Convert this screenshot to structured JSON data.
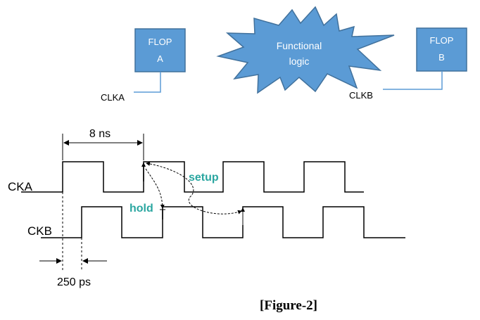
{
  "flop_a": {
    "line1": "FLOP",
    "line2": "A"
  },
  "flop_b": {
    "line1": "FLOP",
    "line2": "B"
  },
  "logic": {
    "line1": "Functional",
    "line2": "logic"
  },
  "clocks": {
    "clka": "CLKA",
    "clkb": "CLKB"
  },
  "timing": {
    "period_label": "8 ns",
    "skew_label": "250 ps",
    "signal_a": "CKA",
    "signal_b": "CKB",
    "setup_label": "setup",
    "hold_label": "hold"
  },
  "caption": "[Figure-2]",
  "colors": {
    "box_fill": "#5b9bd5",
    "box_stroke": "#41719c",
    "annotation": "#2aa6a0"
  }
}
